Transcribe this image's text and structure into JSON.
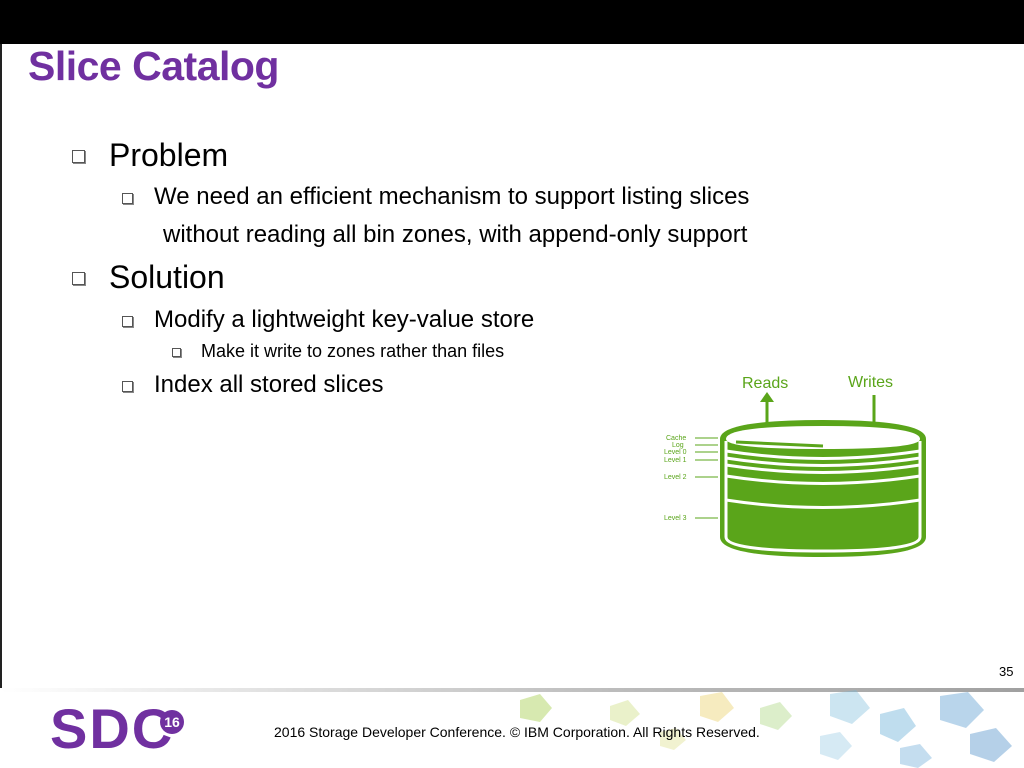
{
  "slide": {
    "title": "Slice Catalog",
    "page_number": "35",
    "bullets": {
      "problem": "Problem",
      "problem_sub_line1": "We need an efficient mechanism to support listing slices",
      "problem_sub_line2": "without reading all bin zones, with append-only support",
      "solution": "Solution",
      "solution_sub1": "Modify a lightweight key-value store",
      "solution_sub1_detail": "Make it write to zones rather than files",
      "solution_sub2": "Index all stored slices"
    }
  },
  "diagram": {
    "reads_label": "Reads",
    "writes_label": "Writes",
    "level_labels": [
      "Cache",
      "Log",
      "Level 0",
      "Level 1",
      "Level 2",
      "Level 3"
    ],
    "color": "#5aa51a"
  },
  "footer": {
    "logo_text": "SDC",
    "logo_badge": "16",
    "copyright": "2016 Storage  Developer Conference. © IBM Corporation.  All Rights Reserved."
  }
}
